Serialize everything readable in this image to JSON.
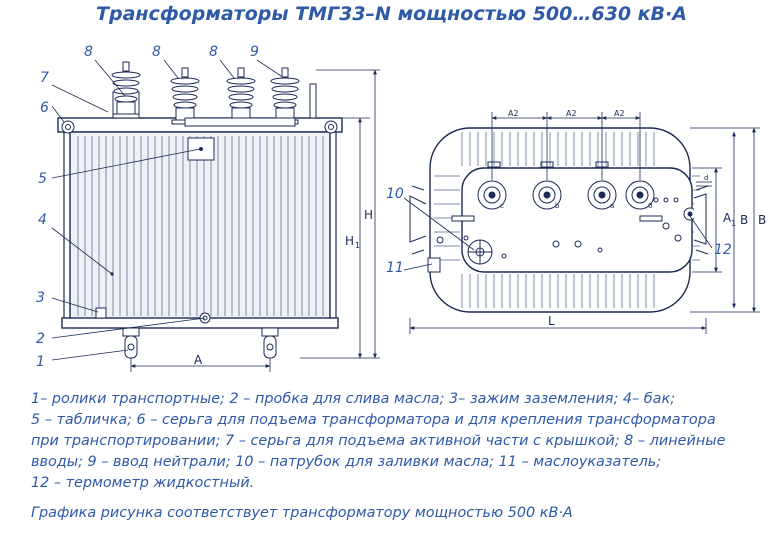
{
  "title": "Трансформаторы ТМГ33–N мощностью 500…630 кВ·А",
  "callouts": {
    "c1": "1",
    "c2": "2",
    "c3": "3",
    "c4": "4",
    "c5": "5",
    "c6": "6",
    "c7": "7",
    "c8a": "8",
    "c8b": "8",
    "c8c": "8",
    "c9": "9",
    "c10": "10",
    "c11": "11",
    "c12": "12"
  },
  "dimensions": {
    "A": "A",
    "H": "H",
    "H1": "H",
    "H1_sub": "1",
    "A2_1": "A2",
    "A2_2": "A2",
    "A2_3": "A2",
    "L": "L",
    "A1": "A",
    "A1_sub": "1",
    "B": "B",
    "B_top": "B",
    "d": "d"
  },
  "phase_marks": {
    "c": "c",
    "b": "b",
    "a": "a",
    "zero": "0"
  },
  "legend": [
    "1– ролики транспортные; 2 – пробка для слива масла; 3– зажим заземления; 4– бак;",
    "5 – табличка; 6 – серьга для подъема трансформатора и для крепления трансформатора",
    "при транспортировании; 7 – серьга для подъема активной части с   крышкой;  8 – линейные",
    "вводы; 9 – ввод нейтрали;  10 – патрубок для заливки масла; 11 – маслоуказатель;",
    "12 – термометр жидкостный."
  ],
  "note": "Графика рисунка соответствует трансформатору мощностью 500 кВ·А",
  "colors": {
    "text_blue": "#2e5aa8",
    "line": "#1c2a56",
    "fin_fill": "#e6eaf2"
  }
}
